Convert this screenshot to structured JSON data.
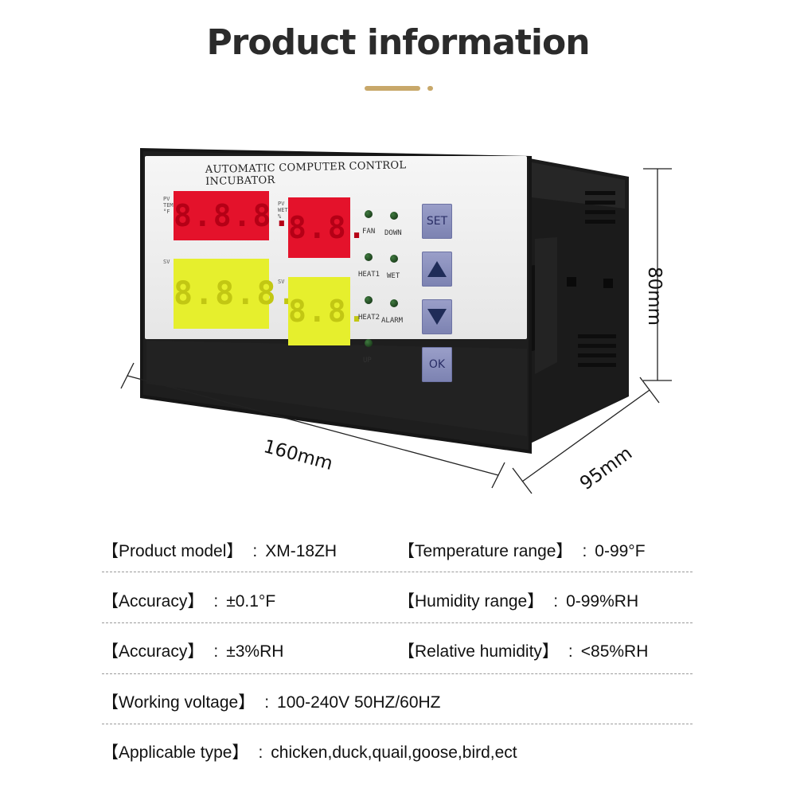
{
  "header": {
    "title": "Product information",
    "accent_color": "#c8a86a"
  },
  "device": {
    "panel_title": "AUTOMATIC COMPUTER CONTROL INCUBATOR",
    "displays": {
      "pv_temp_label": "PV\nTEM\n°F",
      "pv_temp_value": "8.8.8.8",
      "pv_wet_label": "PV\nWET\n%",
      "pv_wet_value": "8.8.",
      "sv_temp_label": "SV",
      "sv_temp_value": "8.8.8.8.",
      "sv_wet_label": "SV",
      "sv_wet_value": "8.8."
    },
    "indicators": [
      {
        "label": "FAN"
      },
      {
        "label": "DOWN"
      },
      {
        "label": "HEAT1"
      },
      {
        "label": "WET"
      },
      {
        "label": "HEAT2"
      },
      {
        "label": "ALARM"
      },
      {
        "label": "UP"
      }
    ],
    "buttons": {
      "set": "SET",
      "ok": "OK",
      "up_icon": "triangle-up-icon",
      "down_icon": "triangle-down-icon"
    },
    "colors": {
      "red_display": "#e4122b",
      "yellow_display": "#e6ef2d",
      "button": "#8a90c0",
      "housing": "#141414"
    }
  },
  "dimensions": {
    "width": "160mm",
    "height": "80mm",
    "depth": "95mm"
  },
  "specs": {
    "rows": [
      [
        {
          "label": "【Product model】",
          "value": "XM-18ZH"
        },
        {
          "label": "【Temperature range】",
          "value": "0-99°F"
        }
      ],
      [
        {
          "label": "【Accuracy】",
          "value": "±0.1°F"
        },
        {
          "label": "【Humidity range】",
          "value": "0-99%RH"
        }
      ],
      [
        {
          "label": "【Accuracy】",
          "value": "±3%RH"
        },
        {
          "label": "【Relative humidity】",
          "value": "<85%RH"
        }
      ],
      [
        {
          "label": "【Working voltage】",
          "value": "100-240V 50HZ/60HZ"
        }
      ],
      [
        {
          "label": "【Applicable type】",
          "value": "chicken,duck,quail,goose,bird,ect"
        }
      ]
    ],
    "colon": ":"
  }
}
